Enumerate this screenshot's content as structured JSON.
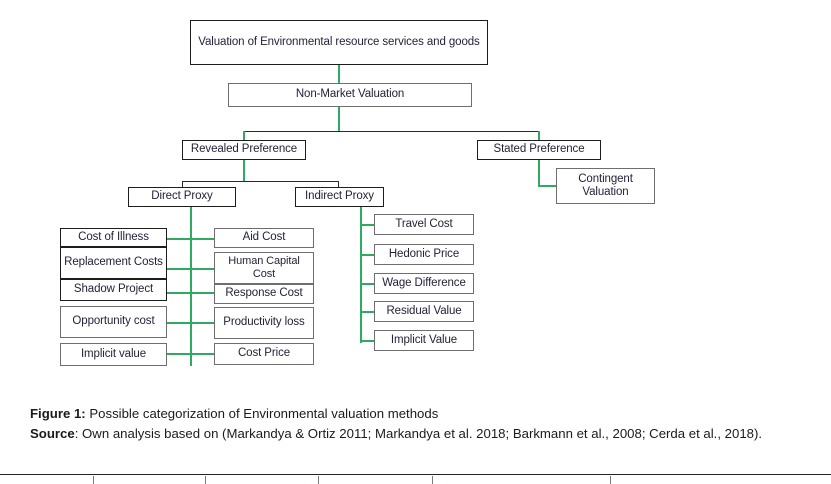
{
  "figure": {
    "nodes": {
      "root": "Valuation of Environmental resource services and goods",
      "non_market": "Non-Market Valuation",
      "revealed": "Revealed Preference",
      "stated": "Stated Preference",
      "contingent": "Contingent Valuation",
      "direct_proxy": "Direct Proxy",
      "indirect_proxy": "Indirect Proxy",
      "direct_left": [
        "Cost of Illness",
        "Replacement Costs",
        "Shadow Project",
        "Opportunity cost",
        "Implicit value"
      ],
      "direct_right": [
        "Aid Cost",
        "Human Capital Cost",
        "Response Cost",
        "Productivity loss",
        "Cost Price"
      ],
      "indirect_items": [
        "Travel Cost",
        "Hedonic Price",
        "Wage Difference",
        "Residual Value",
        "Implicit Value"
      ]
    },
    "colors": {
      "connector_green": "#2faa61",
      "connector_dark": "#2b2b2b",
      "border_dark": "#1d1d1d",
      "border_gray": "#6e6e6e",
      "text": "#232339"
    }
  },
  "caption": {
    "figure_label": "Figure 1:",
    "figure_text": " Possible categorization of Environmental valuation methods",
    "source_label": "Source",
    "source_text": ": Own analysis based on (Markandya & Ortiz 2011; Markandya et al. 2018; Barkmann et al., 2008; Cerda et al., 2018)."
  }
}
